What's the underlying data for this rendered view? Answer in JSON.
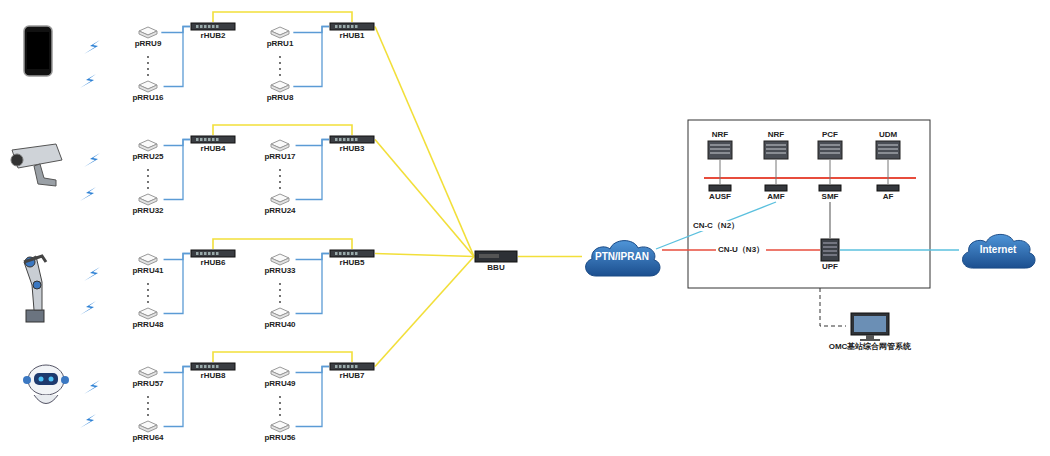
{
  "diagram": {
    "nodes": [
      {
        "text": [
          "pRRU9"
        ]
      },
      {
        "text": [
          "pRRU16"
        ]
      },
      {
        "text": [
          "rHUB2"
        ]
      },
      {
        "text": [
          "pRRU1"
        ]
      },
      {
        "text": [
          "pRRU8"
        ]
      },
      {
        "text": [
          "rHUB1"
        ]
      },
      {
        "text": [
          "pRRU25"
        ]
      },
      {
        "text": [
          "pRRU32"
        ]
      },
      {
        "text": [
          "rHUB4"
        ]
      },
      {
        "text": [
          "pRRU17"
        ]
      },
      {
        "text": [
          "pRRU24"
        ]
      },
      {
        "text": [
          "rHUB3"
        ]
      },
      {
        "text": [
          "pRRU41"
        ]
      },
      {
        "text": [
          "pRRU48"
        ]
      },
      {
        "text": [
          "rHUB6"
        ]
      },
      {
        "text": [
          "pRRU33"
        ]
      },
      {
        "text": [
          "pRRU40"
        ]
      },
      {
        "text": [
          "rHUB5"
        ]
      },
      {
        "text": [
          "pRRU57"
        ]
      },
      {
        "text": [
          "pRRU64"
        ]
      },
      {
        "text": [
          "rHUB8"
        ]
      },
      {
        "text": [
          "pRRU49"
        ]
      },
      {
        "text": [
          "pRRU56"
        ]
      },
      {
        "text": [
          "rHUB7"
        ]
      },
      {
        "text": [
          "BBU"
        ]
      },
      {
        "text": [
          "PTN/IPRAN"
        ]
      },
      {
        "text": [
          "NRF"
        ]
      },
      {
        "text": [
          "NRF"
        ]
      },
      {
        "text": [
          "PCF"
        ]
      },
      {
        "text": [
          "UDM"
        ]
      },
      {
        "text": [
          "AUSF"
        ]
      },
      {
        "text": [
          "AMF"
        ]
      },
      {
        "text": [
          "SMF"
        ]
      },
      {
        "text": [
          "AF"
        ]
      },
      {
        "text": [
          "UPF"
        ]
      },
      {
        "text": [
          "Internet"
        ]
      },
      {
        "text": [
          "OMC基站综合网管系统"
        ]
      }
    ],
    "edges": [
      {
        "from": 0,
        "to": 2,
        "arrow": "none"
      },
      {
        "from": 1,
        "to": 2,
        "arrow": "none"
      },
      {
        "from": 3,
        "to": 5,
        "arrow": "none"
      },
      {
        "from": 4,
        "to": 5,
        "arrow": "none"
      },
      {
        "from": 2,
        "to": 5,
        "arrow": "none"
      },
      {
        "from": 5,
        "to": 24,
        "arrow": "none"
      },
      {
        "from": 6,
        "to": 8,
        "arrow": "none"
      },
      {
        "from": 7,
        "to": 8,
        "arrow": "none"
      },
      {
        "from": 9,
        "to": 11,
        "arrow": "none"
      },
      {
        "from": 10,
        "to": 11,
        "arrow": "none"
      },
      {
        "from": 8,
        "to": 11,
        "arrow": "none"
      },
      {
        "from": 11,
        "to": 24,
        "arrow": "none"
      },
      {
        "from": 12,
        "to": 14,
        "arrow": "none"
      },
      {
        "from": 13,
        "to": 14,
        "arrow": "none"
      },
      {
        "from": 15,
        "to": 17,
        "arrow": "none"
      },
      {
        "from": 16,
        "to": 17,
        "arrow": "none"
      },
      {
        "from": 14,
        "to": 17,
        "arrow": "none"
      },
      {
        "from": 17,
        "to": 24,
        "arrow": "none"
      },
      {
        "from": 18,
        "to": 20,
        "arrow": "none"
      },
      {
        "from": 19,
        "to": 20,
        "arrow": "none"
      },
      {
        "from": 21,
        "to": 23,
        "arrow": "none"
      },
      {
        "from": 22,
        "to": 23,
        "arrow": "none"
      },
      {
        "from": 20,
        "to": 23,
        "arrow": "none"
      },
      {
        "from": 23,
        "to": 24,
        "arrow": "none"
      },
      {
        "from": 24,
        "to": 25,
        "arrow": "none"
      },
      {
        "from": 25,
        "to": 31,
        "label": "CN-C（N2）",
        "arrow": "none"
      },
      {
        "from": 25,
        "to": 34,
        "label": "CN-U（N3）",
        "arrow": "none"
      },
      {
        "from": 32,
        "to": 34,
        "arrow": "none"
      },
      {
        "from": 34,
        "to": 35,
        "arrow": "none"
      }
    ]
  }
}
